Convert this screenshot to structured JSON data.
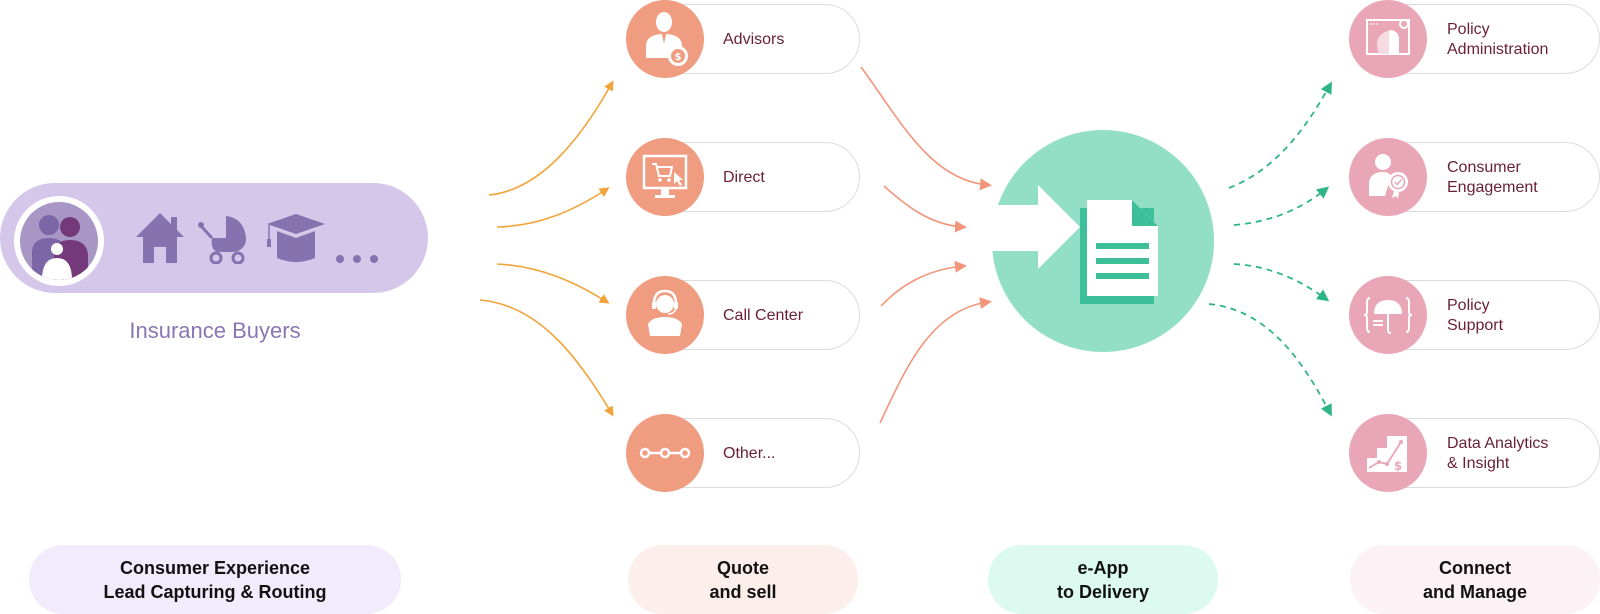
{
  "colors": {
    "buyers_pill": "#d5c7ea",
    "buyers_icon": "#8572ae",
    "buyers_text": "#8a76b2",
    "sell_circle": "#ef9c80",
    "sell_arrows": "#f0a43a",
    "to_eapp_arrows": "#f2957a",
    "eapp_circle": "#93dfc6",
    "eapp_accent": "#3dbf99",
    "manage_circle": "#e8a6b6",
    "manage_arrows": "#2fb486",
    "item_label": "#6a1f34"
  },
  "buyers": {
    "label": "Insurance Buyers",
    "icons": [
      "family-icon",
      "house-icon",
      "stroller-icon",
      "graduation-cap-icon",
      "ellipsis-icon"
    ]
  },
  "sell_channels": [
    {
      "label": "Advisors",
      "icon": "advisor-dollar-icon"
    },
    {
      "label": "Direct",
      "icon": "monitor-cart-icon"
    },
    {
      "label": "Call Center",
      "icon": "headset-agent-icon"
    },
    {
      "label": "Other...",
      "icon": "connected-dots-icon"
    }
  ],
  "eapp": {
    "icon": "document-arrow-icon"
  },
  "manage_items": [
    {
      "line1": "Policy",
      "line2": "Administration",
      "icon": "admin-window-gear-icon"
    },
    {
      "line1": "Consumer",
      "line2": "Engagement",
      "icon": "person-badge-icon"
    },
    {
      "line1": "Policy",
      "line2": "Support",
      "icon": "umbrella-document-icon"
    },
    {
      "line1": "Data Analytics",
      "line2": "& Insight",
      "icon": "growth-chart-dollar-icon"
    }
  ],
  "stages": [
    {
      "line1": "Consumer Experience",
      "line2": "Lead Capturing & Routing",
      "bg": "#f1ebfb"
    },
    {
      "line1": "Quote",
      "line2": "and sell",
      "bg": "#fcefeb"
    },
    {
      "line1": "e-App",
      "line2": "to Delivery",
      "bg": "#dcfaf0"
    },
    {
      "line1": "Connect",
      "line2": "and Manage",
      "bg": "#fcf1f4"
    }
  ]
}
